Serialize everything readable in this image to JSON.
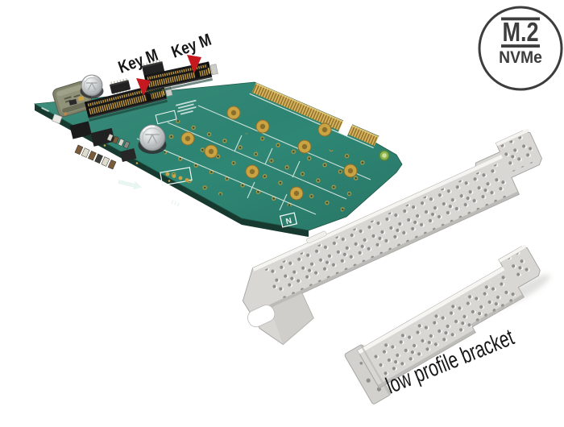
{
  "badge": {
    "top": "M.2",
    "bottom": "NVMe",
    "ink": "#3d3d3d"
  },
  "annotations": {
    "key_m_1": "Key M",
    "key_m_2": "Key M",
    "bracket_caption": "low profile bracket",
    "arrow_color": "#c5181f"
  },
  "board": {
    "pcb_color": "#2e8674",
    "pcb_edge_color": "#17392f",
    "gold_color": "#c9a24a",
    "m2_slots": 2,
    "silkscreen_mark": "N"
  },
  "bracket": {
    "metal": "#d8d7d3",
    "holes": "#8f8e8a"
  }
}
